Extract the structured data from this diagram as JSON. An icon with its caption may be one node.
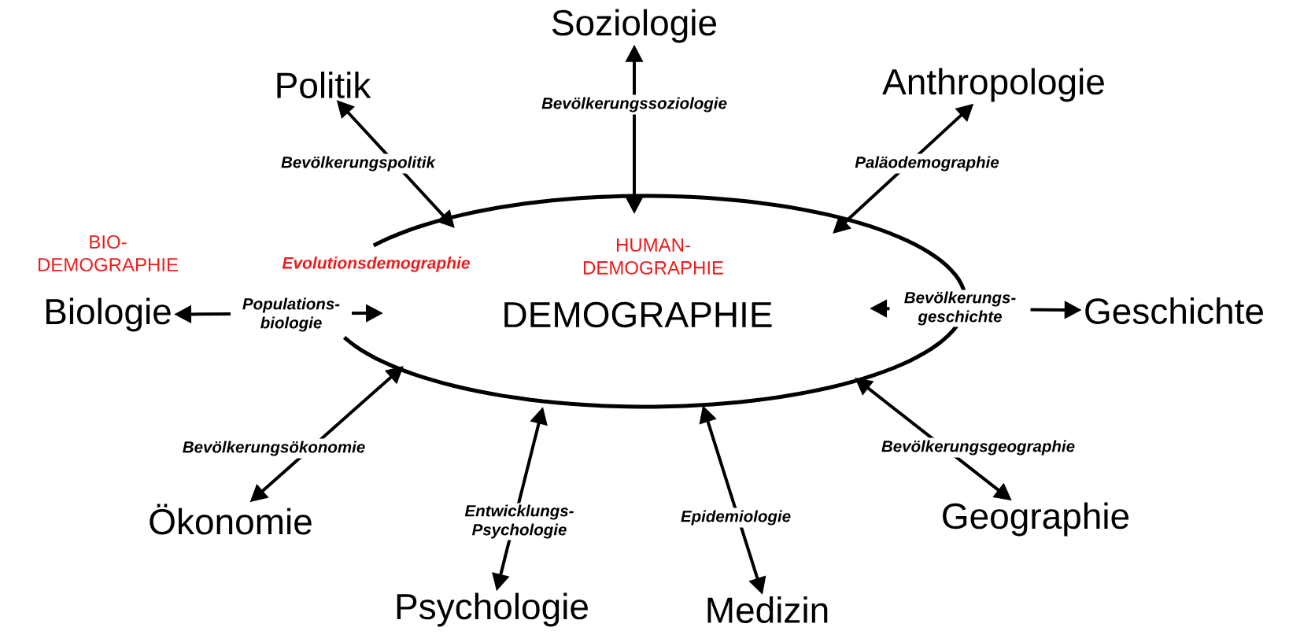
{
  "diagram": {
    "nodes": [
      {
        "text": [
          "HUMAN- DEMOGRAPHIE",
          "DEMOGRAPHIE"
        ]
      },
      {
        "text": [
          "Soziologie"
        ]
      },
      {
        "text": [
          "Politik"
        ]
      },
      {
        "text": [
          "Anthropologie"
        ]
      },
      {
        "text": [
          "Biologie"
        ],
        "beside": [
          "BIO- DEMOGRAPHIE"
        ]
      },
      {
        "text": [
          "Geschichte"
        ]
      },
      {
        "text": [
          "Ökonomie"
        ]
      },
      {
        "text": [
          "Geographie"
        ]
      },
      {
        "text": [
          "Psychologie"
        ]
      },
      {
        "text": [
          "Medizin"
        ]
      }
    ],
    "edges": [
      {
        "from": 0,
        "to": 1,
        "arrow": "both",
        "label": "Bevölkerungssoziologie"
      },
      {
        "from": 0,
        "to": 2,
        "arrow": "both",
        "label": "Bevölkerungspolitik"
      },
      {
        "from": 0,
        "to": 3,
        "arrow": "both",
        "label": "Paläodemographie"
      },
      {
        "from": 0,
        "to": 4,
        "arrow": "both",
        "label": "Populations- biologie"
      },
      {
        "from": 0,
        "to": 5,
        "arrow": "both",
        "label": "Bevölkerungs- geschichte"
      },
      {
        "from": 0,
        "to": 6,
        "arrow": "both",
        "label": "Bevölkerungsökonomie"
      },
      {
        "from": 0,
        "to": 7,
        "arrow": "both",
        "label": "Bevölkerungsgeographie"
      },
      {
        "from": 0,
        "to": 8,
        "arrow": "both",
        "label": "Entwicklungs- Psychologie"
      },
      {
        "from": 0,
        "to": 9,
        "arrow": "both",
        "label": "Epidemiologie"
      }
    ],
    "labels": [
      "Evolutionsdemographie"
    ]
  }
}
